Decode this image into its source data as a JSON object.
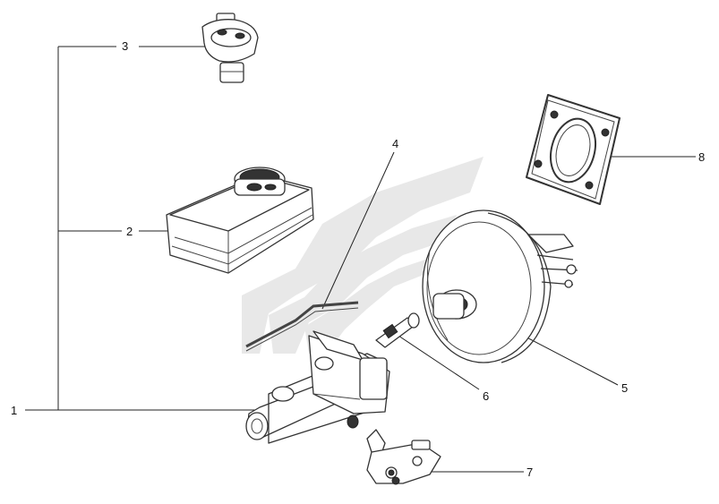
{
  "diagram": {
    "callouts": [
      "1",
      "2",
      "3",
      "4",
      "5",
      "6",
      "7",
      "8"
    ],
    "watermark_color": "#e6e6e6"
  }
}
